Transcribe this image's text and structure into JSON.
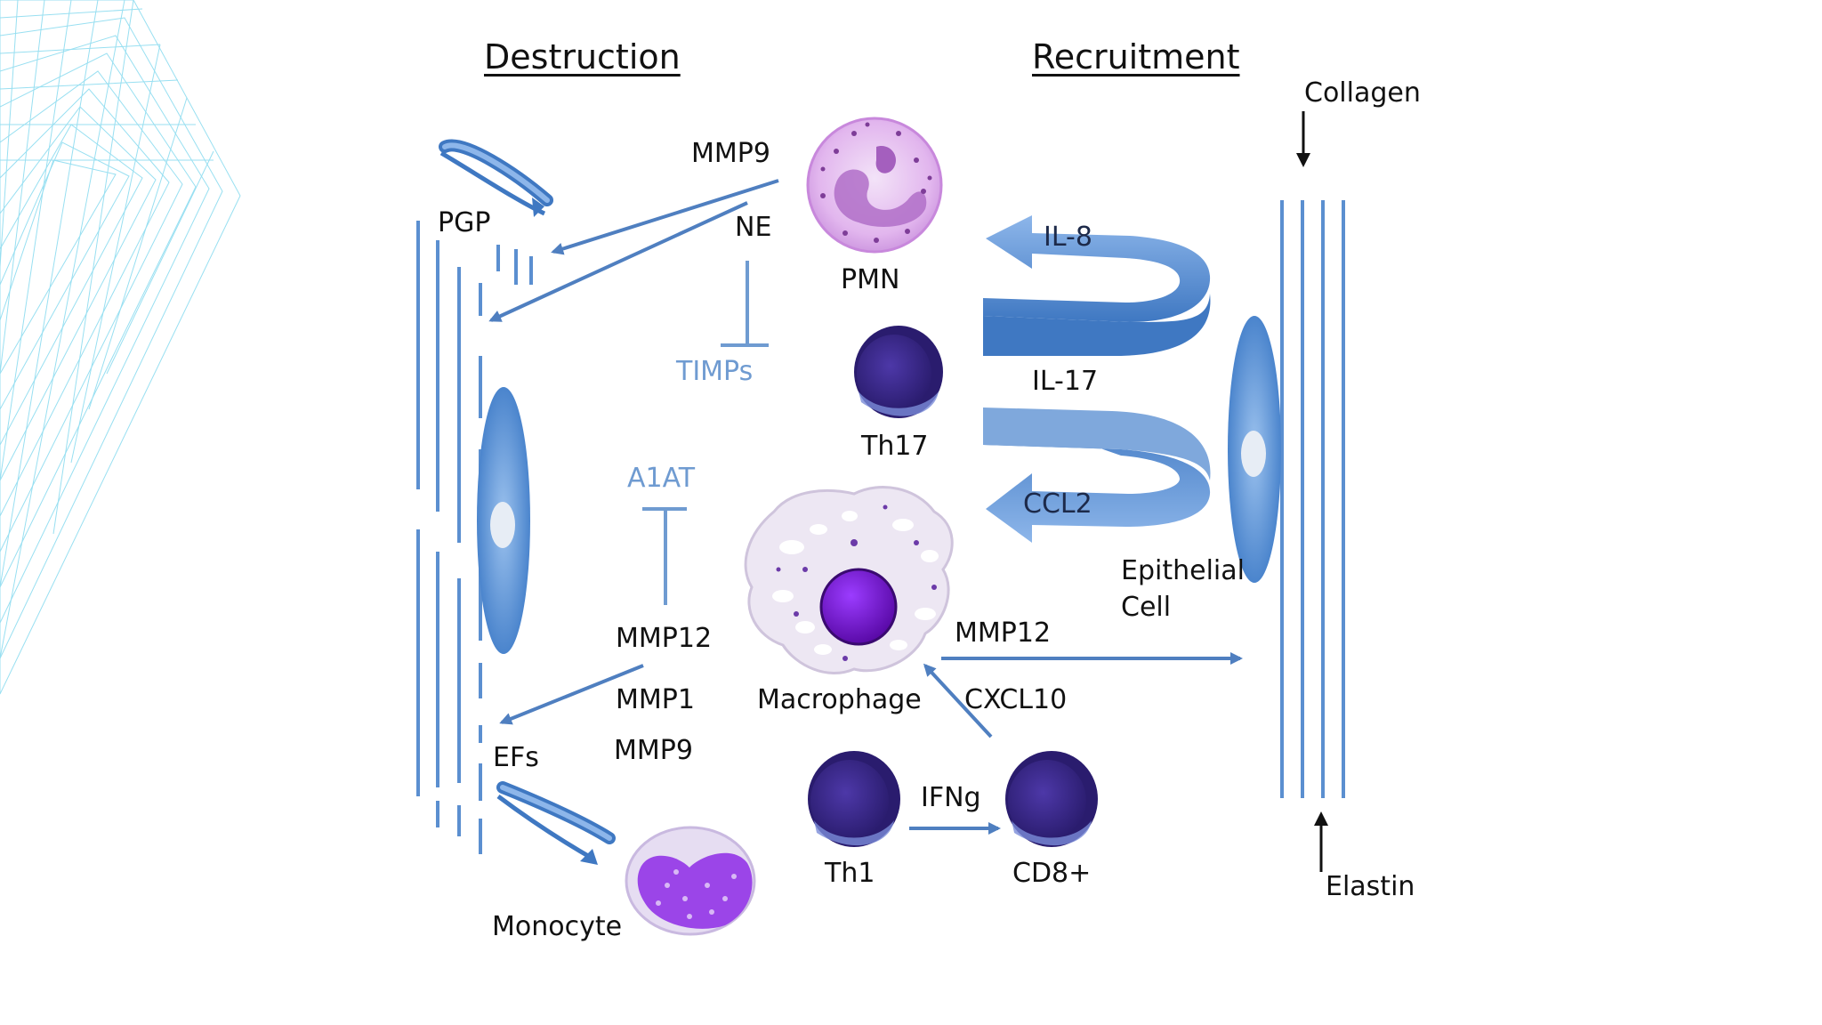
{
  "headings": {
    "destruction": "Destruction",
    "recruitment": "Recruitment"
  },
  "labels": {
    "collagen": "Collagen",
    "elastin": "Elastin",
    "pgp": "PGP",
    "efs": "EFs",
    "timps": "TIMPs",
    "a1at": "A1AT",
    "mmp9_top": "MMP9",
    "ne": "NE",
    "mmp12_left": "MMP12",
    "mmp1": "MMP1",
    "mmp9_bottom": "MMP9",
    "mmp12_right": "MMP12",
    "cxcl10": "CXCL10",
    "ifng": "IFNg",
    "il8": "IL-8",
    "il17": "IL-17",
    "ccl2": "CCL2",
    "epithelial_line1": "Epithelial",
    "epithelial_line2": "Cell"
  },
  "cells": {
    "pmn": "PMN",
    "th17": "Th17",
    "macrophage": "Macrophage",
    "th1": "Th1",
    "cd8": "CD8+",
    "monocyte": "Monocyte"
  },
  "colors": {
    "fiber": "#5b8fd0",
    "arrow": "#4f7fc0",
    "inhibitor": "#6f9bd1",
    "lymphocyte": "#3b2a8c",
    "nucleus": "#7a12e6",
    "pmn": "#d9a3e6",
    "grid": "#7fd8ee"
  }
}
